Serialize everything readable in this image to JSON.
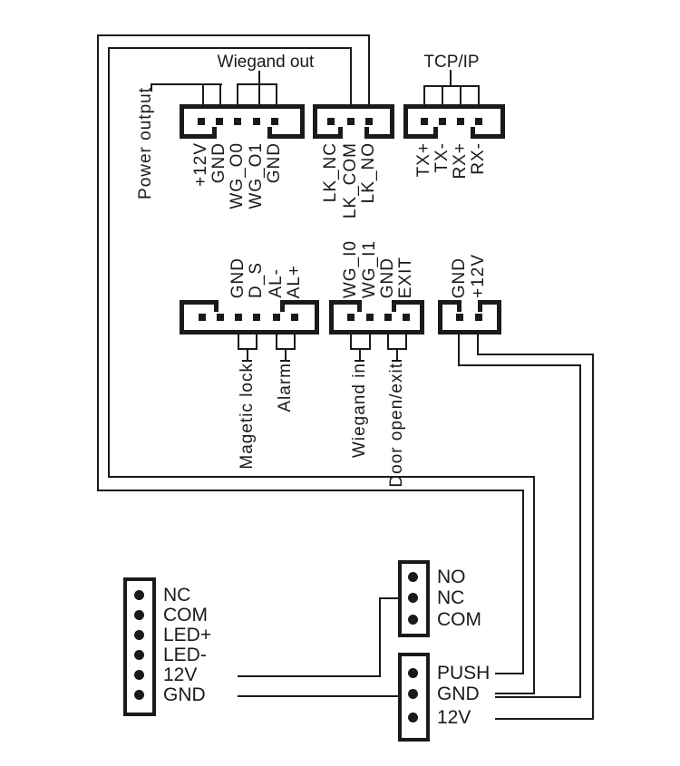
{
  "labels": {
    "power_output": "Power output",
    "wiegand_out": "Wiegand out",
    "tcpip": "TCP/IP"
  },
  "connectors": {
    "power_wiegand": {
      "pins": [
        "+12V",
        "GND",
        "WG_O0",
        "WG_O1",
        "GND"
      ]
    },
    "lock": {
      "pins": [
        "LK_NC",
        "LK_COM",
        "LK_NO"
      ]
    },
    "network": {
      "pins": [
        "TX+",
        "TX-",
        "RX+",
        "RX-"
      ]
    },
    "sensor_alarm": {
      "pins": [
        "GND",
        "D_S",
        "AL-",
        "AL+"
      ]
    },
    "wiegand_in": {
      "pins": [
        "WG_I0",
        "WG_I1",
        "GND",
        "EXIT"
      ]
    },
    "power_in": {
      "pins": [
        "GND",
        "+12V"
      ]
    },
    "reader": {
      "pins": [
        "NC",
        "COM",
        "LED+",
        "LED-",
        "12V",
        "GND"
      ]
    },
    "relay": {
      "pins": [
        "NO",
        "NC",
        "COM"
      ]
    },
    "button": {
      "pins": [
        "PUSH",
        "GND",
        "12V"
      ]
    }
  },
  "callouts": {
    "magnetic_lock": "Magetic lock",
    "alarm": "Alarm",
    "wiegand_in": "Wiegand in",
    "door_open_exit": "Door open/exit"
  },
  "colors": {
    "line": "#1a1a1a",
    "background": "#ffffff"
  }
}
